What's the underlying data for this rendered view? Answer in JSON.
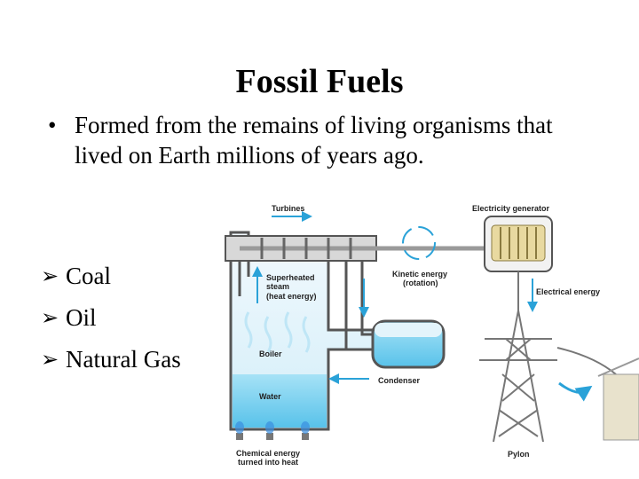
{
  "slide": {
    "title": "Fossil Fuels",
    "bullet_marker": "•",
    "bullet_text": "Formed from the remains of living organisms that lived on Earth millions of years ago.",
    "sub_marker_icon": "arrow-bullet-icon",
    "sub_items": [
      "Coal",
      "Oil",
      "Natural Gas"
    ]
  },
  "diagram": {
    "labels": {
      "turbines": "Turbines",
      "electricity_generator": "Electricity generator",
      "superheated_steam_1": "Superheated",
      "superheated_steam_2": "steam",
      "superheated_steam_3": "(heat energy)",
      "kinetic_energy_1": "Kinetic energy",
      "kinetic_energy_2": "(rotation)",
      "electrical_energy": "Electrical energy",
      "boiler": "Boiler",
      "condenser": "Condenser",
      "water": "Water",
      "chemical_energy_1": "Chemical energy",
      "chemical_energy_2": "turned into heat",
      "pylon": "Pylon"
    },
    "colors": {
      "pipe": "#d8d8d8",
      "pipe_outline": "#555555",
      "water": "#7fd3f0",
      "steam": "#e3f4fb",
      "flow_arrow": "#2aa2d8",
      "generator": "#e8d9a0",
      "flame": "#3a8fe0"
    }
  }
}
